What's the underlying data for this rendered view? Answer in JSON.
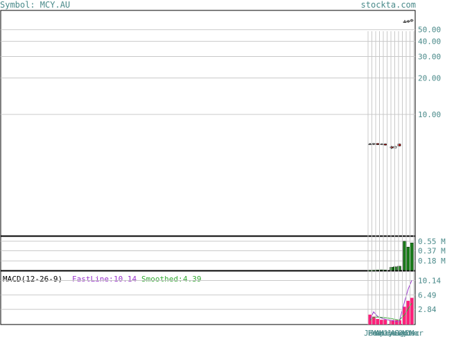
{
  "header": {
    "symbol": "Symbol: MCY.AU",
    "site": "stockta.com"
  },
  "colors": {
    "grid": "#c8c8c8",
    "border": "#000000",
    "label": "#4a8a8a",
    "volume": "#1a7a1a",
    "fast": "#9933cc",
    "smooth": "#33aa33",
    "hist": "#ff1f7a",
    "bullish": "#ffffff",
    "bearish": "#cc0000"
  },
  "chart_data": [
    {
      "name": "price",
      "type": "candlestick",
      "scale": "log",
      "y_ticks": [
        "50.00",
        "40.00",
        "30.00",
        "20.00",
        "10.00"
      ],
      "y_tick_values": [
        50,
        40,
        30,
        20,
        10
      ],
      "x_tick_labels": [
        "Jan",
        "Feb",
        "Mar",
        "Apr",
        "May",
        "Jun",
        "Jul",
        "Aug",
        "Sep",
        "Oct",
        "Nov",
        "Dec",
        "Mar"
      ],
      "candles": [
        {
          "o": 5.7,
          "h": 5.8,
          "l": 5.6,
          "c": 5.7
        },
        {
          "o": 5.7,
          "h": 5.8,
          "l": 5.6,
          "c": 5.75
        },
        {
          "o": 5.75,
          "h": 5.8,
          "l": 5.6,
          "c": 5.65
        },
        {
          "o": 5.65,
          "h": 5.75,
          "l": 5.6,
          "c": 5.7
        },
        {
          "o": 5.7,
          "h": 5.75,
          "l": 5.55,
          "c": 5.6
        },
        {
          "o": 5.4,
          "h": 5.5,
          "l": 5.2,
          "c": 5.3
        },
        {
          "o": 5.3,
          "h": 5.5,
          "l": 5.3,
          "c": 5.45
        },
        {
          "o": 5.7,
          "h": 5.75,
          "l": 5.45,
          "c": 5.5
        },
        {
          "o": 58,
          "h": 60,
          "l": 57,
          "c": 58
        },
        {
          "o": 58,
          "h": 60,
          "l": 57,
          "c": 59
        },
        {
          "o": 59,
          "h": 61,
          "l": 58,
          "c": 60
        }
      ]
    },
    {
      "name": "volume",
      "type": "bar",
      "unit": "M",
      "y_ticks": [
        "0.55 M",
        "0.37 M",
        "0.18 M"
      ],
      "y_tick_values": [
        0.55,
        0.37,
        0.18
      ],
      "values": [
        0.005,
        0.006,
        0.01,
        0.012,
        0.01,
        0.06,
        0.07,
        0.08,
        0.55,
        0.44,
        0.52
      ]
    },
    {
      "name": "macd",
      "type": "line",
      "title": "MACD(12-26-9)",
      "fast_label": "FastLine:",
      "fast_value": "10.14",
      "smoothed_label": "Smoothed:",
      "smoothed_value": "4.39",
      "y_ticks": [
        "10.14",
        "6.49",
        "2.84"
      ],
      "y_tick_values": [
        10.14,
        6.49,
        2.84
      ],
      "fast": [
        0.3,
        2.2,
        1.0,
        0.6,
        0.3,
        0.0,
        -0.2,
        -0.3,
        5.0,
        8.0,
        10.14
      ],
      "smoothed": [
        0.1,
        0.8,
        0.9,
        0.8,
        0.7,
        0.5,
        0.3,
        0.1,
        1.5,
        3.0,
        4.39
      ],
      "histogram": [
        1.5,
        1.0,
        0.4,
        0.2,
        0.2,
        0.1,
        0.1,
        0.1,
        3.5,
        5.0,
        5.75
      ]
    }
  ]
}
